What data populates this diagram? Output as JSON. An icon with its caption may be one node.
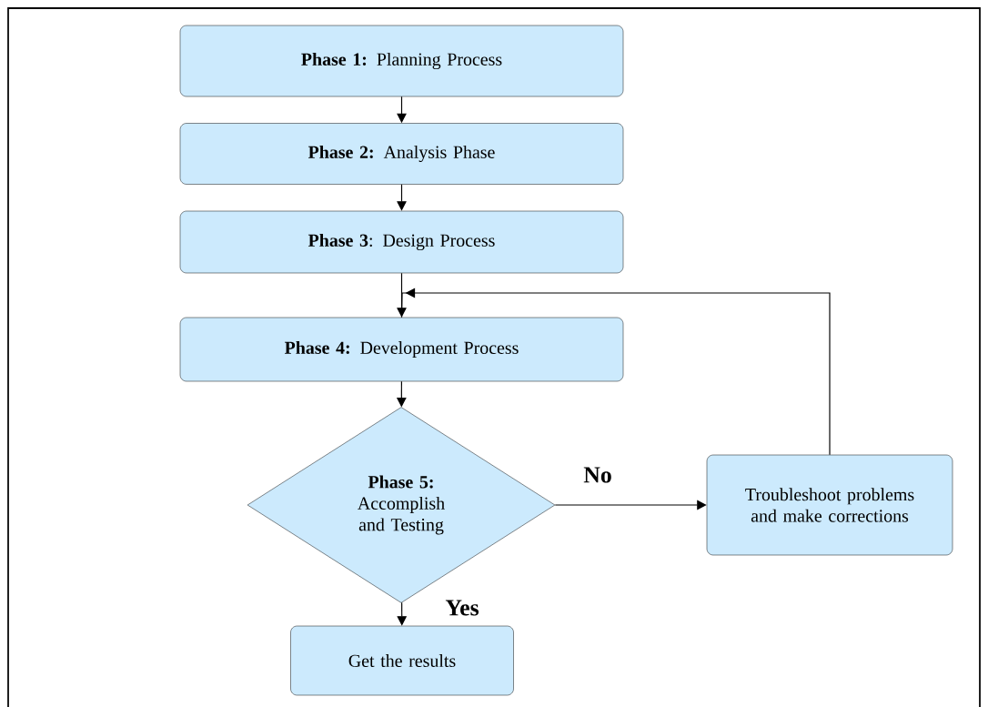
{
  "diagram": {
    "nodes": [
      {
        "text": [
          "**Phase 1:** Planning Process"
        ]
      },
      {
        "text": [
          "**Phase 2:** Analysis Phase"
        ]
      },
      {
        "text": [
          "**Phase 3**: Design Process"
        ]
      },
      {
        "text": [
          "**Phase 4:** Development Process"
        ]
      },
      {
        "text": [
          "Phase 5:",
          "Accomplish and Testing"
        ]
      },
      {
        "text": [
          "Troubleshoot problems and make corrections"
        ]
      },
      {
        "text": [
          "Get the results"
        ]
      }
    ],
    "edges": [
      {
        "from": 0,
        "to": 1,
        "arrow": "to"
      },
      {
        "from": 1,
        "to": 2,
        "arrow": "to"
      },
      {
        "from": 2,
        "to": 3,
        "arrow": "to"
      },
      {
        "from": 3,
        "to": 4,
        "arrow": "to"
      },
      {
        "from": 4,
        "to": 5,
        "arrow": "to",
        "label": "No"
      },
      {
        "from": 5,
        "to": 3,
        "arrow": "to"
      },
      {
        "from": 4,
        "to": 6,
        "arrow": "to",
        "label": "Yes"
      }
    ]
  }
}
